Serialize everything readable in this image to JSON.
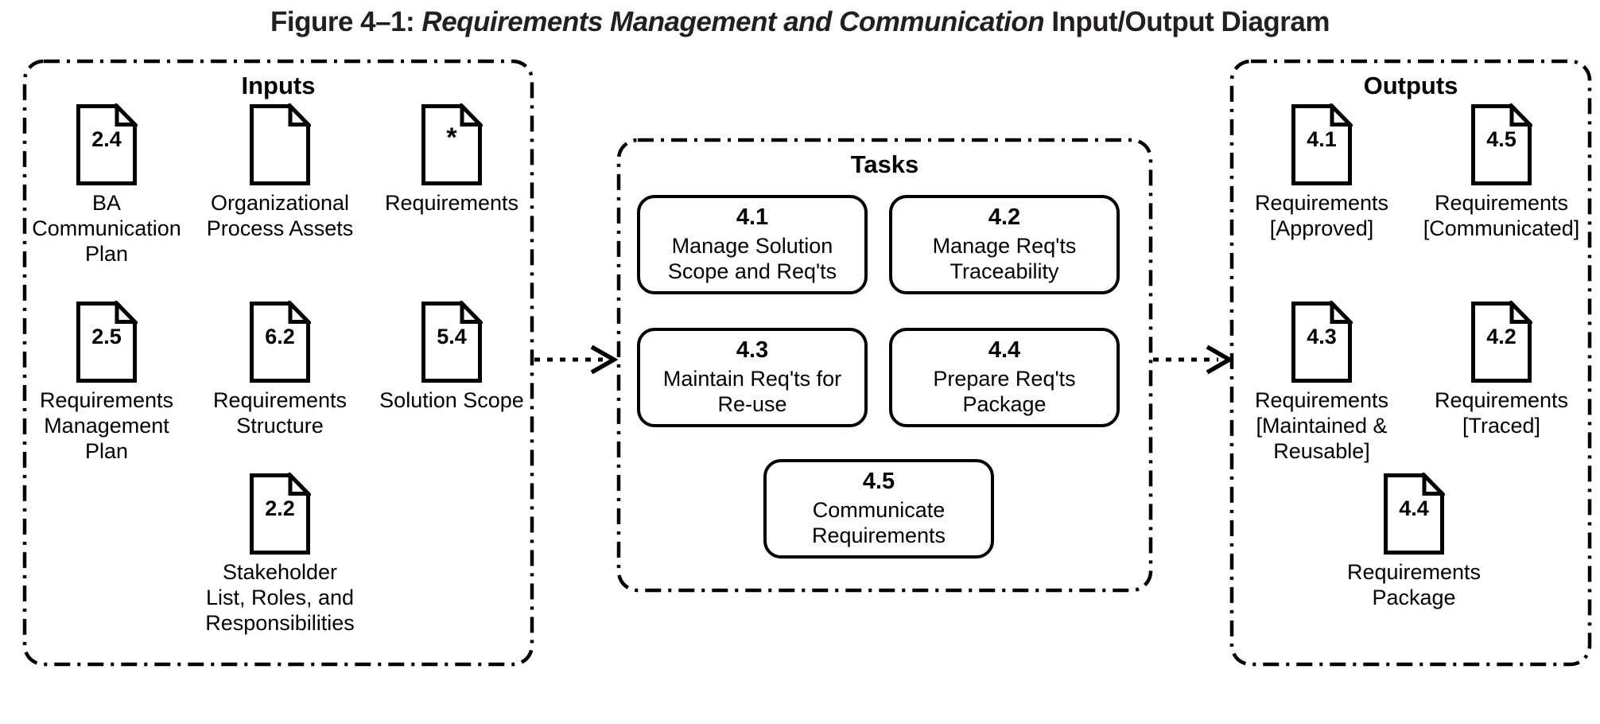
{
  "figure": {
    "title_prefix": "Figure 4–1: ",
    "title_topic": "Requirements Management and Communication",
    "title_suffix": " Input/Output Diagram"
  },
  "inputs": {
    "title": "Inputs",
    "items": [
      {
        "number": "2.4",
        "label": "BA\nCommunication\nPlan",
        "icon": "document-icon"
      },
      {
        "number": "",
        "label": "Organizational\nProcess Assets",
        "icon": "document-icon"
      },
      {
        "number": "*",
        "label": "Requirements",
        "icon": "document-icon"
      },
      {
        "number": "2.5",
        "label": "Requirements\nManagement\nPlan",
        "icon": "document-icon"
      },
      {
        "number": "6.2",
        "label": "Requirements\nStructure",
        "icon": "document-icon"
      },
      {
        "number": "5.4",
        "label": "Solution Scope",
        "icon": "document-icon"
      },
      {
        "number": "2.2",
        "label": "Stakeholder\nList, Roles, and\nResponsibilities",
        "icon": "document-icon"
      }
    ]
  },
  "tasks": {
    "title": "Tasks",
    "items": [
      {
        "number": "4.1",
        "label": "Manage Solution\nScope and Req'ts"
      },
      {
        "number": "4.2",
        "label": "Manage Req'ts\nTraceability"
      },
      {
        "number": "4.3",
        "label": "Maintain Req'ts for\nRe-use"
      },
      {
        "number": "4.4",
        "label": "Prepare Req'ts\nPackage"
      },
      {
        "number": "4.5",
        "label": "Communicate\nRequirements"
      }
    ]
  },
  "outputs": {
    "title": "Outputs",
    "items": [
      {
        "number": "4.1",
        "label": "Requirements\n[Approved]",
        "icon": "document-icon"
      },
      {
        "number": "4.5",
        "label": "Requirements\n[Communicated]",
        "icon": "document-icon"
      },
      {
        "number": "4.3",
        "label": "Requirements\n[Maintained &\nReusable]",
        "icon": "document-icon"
      },
      {
        "number": "4.2",
        "label": "Requirements\n[Traced]",
        "icon": "document-icon"
      },
      {
        "number": "4.4",
        "label": "Requirements\nPackage",
        "icon": "document-icon"
      }
    ]
  },
  "connectors": [
    {
      "name": "inputs-to-tasks-arrow"
    },
    {
      "name": "tasks-to-outputs-arrow"
    }
  ],
  "colors": {
    "stroke": "#000000",
    "title": "#231f20",
    "background": "#ffffff"
  }
}
